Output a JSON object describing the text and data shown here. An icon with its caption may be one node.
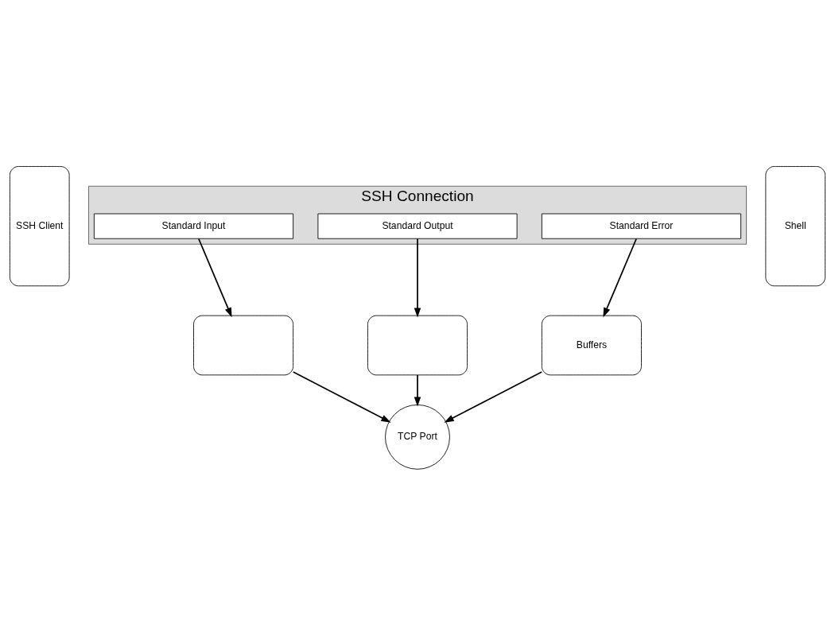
{
  "diagram": {
    "nodes": [
      {
        "text": [
          "SSH Client"
        ]
      },
      {
        "text": [
          "SSH Connection"
        ]
      },
      {
        "text": [
          "Standard Input"
        ],
        "in": 1
      },
      {
        "text": [
          "Standard Output"
        ],
        "in": 1
      },
      {
        "text": [
          "Standard Error"
        ],
        "in": 1
      },
      {
        "text": [
          "Shell"
        ]
      },
      {
        "text": [],
        "shape": "box"
      },
      {
        "text": [],
        "shape": "box"
      },
      {
        "text": [
          "Buffers"
        ]
      },
      {
        "text": [
          "TCP Port"
        ]
      }
    ],
    "edges": [
      {
        "from": 2,
        "to": 6,
        "arrow": "to"
      },
      {
        "from": 3,
        "to": 7,
        "arrow": "to"
      },
      {
        "from": 4,
        "to": 8,
        "arrow": "to"
      },
      {
        "from": 6,
        "to": 9,
        "arrow": "to"
      },
      {
        "from": 7,
        "to": 9,
        "arrow": "to"
      },
      {
        "from": 8,
        "to": 9,
        "arrow": "to"
      }
    ]
  }
}
